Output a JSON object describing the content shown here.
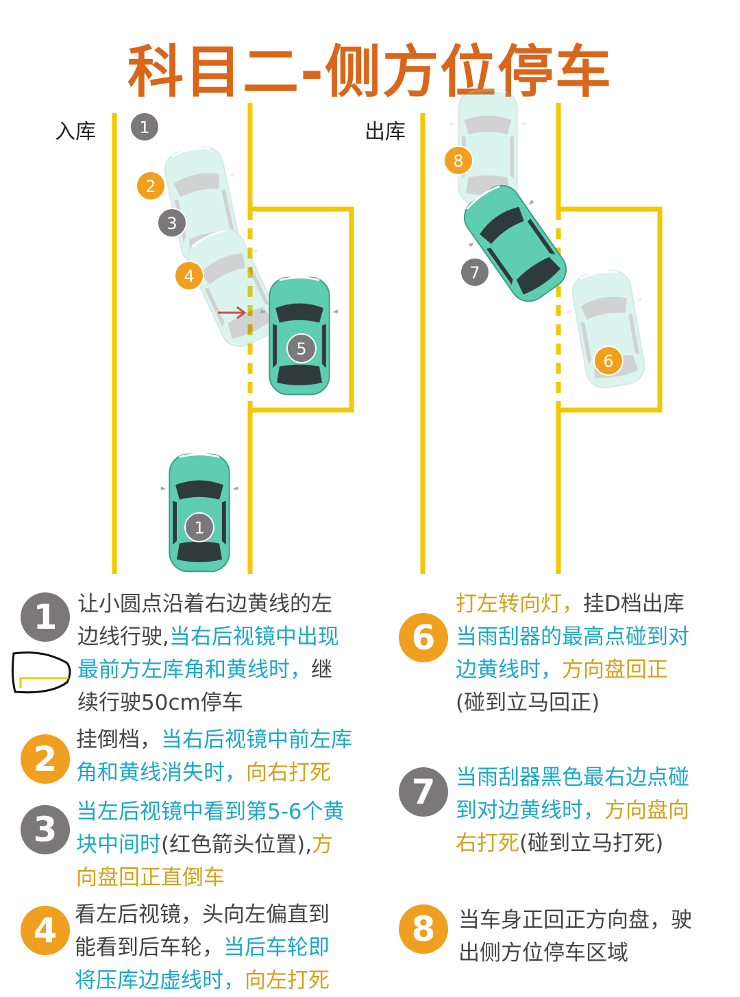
{
  "title": "科目二-侧方位停车",
  "diagram": {
    "left_label": "入库",
    "right_label": "出库",
    "markers": [
      {
        "n": "1",
        "kind": "gray"
      },
      {
        "n": "2",
        "kind": "orange"
      },
      {
        "n": "3",
        "kind": "gray"
      },
      {
        "n": "4",
        "kind": "orange"
      },
      {
        "n": "5",
        "kind": "gray"
      },
      {
        "n": "1",
        "kind": "gray"
      },
      {
        "n": "8",
        "kind": "orange"
      },
      {
        "n": "7",
        "kind": "gray"
      },
      {
        "n": "6",
        "kind": "orange"
      }
    ]
  },
  "colors": {
    "title": "#d9661a",
    "gray": "#7a7878",
    "orange": "#f0a01e",
    "car": "#5ecdb0",
    "line": "#f2c800",
    "cyan": "#1ba8c9",
    "gold": "#d3a21c"
  },
  "steps": [
    {
      "n": "1",
      "kind": "gray",
      "lines": [
        [
          {
            "t": "让小圆点沿着右边黄线的左",
            "c": "plain"
          }
        ],
        [
          {
            "t": "边线行驶,",
            "c": "plain"
          },
          {
            "t": "当右后视镜中出现",
            "c": "cyan"
          }
        ],
        [
          {
            "t": "最前方左库角和黄线时，",
            "c": "cyan"
          },
          {
            "t": "继",
            "c": "plain"
          }
        ],
        [
          {
            "t": "续行驶50cm停车",
            "c": "plain"
          }
        ]
      ]
    },
    {
      "n": "2",
      "kind": "orange",
      "lines": [
        [
          {
            "t": "挂倒档，",
            "c": "plain"
          },
          {
            "t": "当右后视镜中前左库",
            "c": "cyan"
          }
        ],
        [
          {
            "t": "角和黄线消失时，",
            "c": "cyan"
          },
          {
            "t": "向右打死",
            "c": "gold"
          }
        ]
      ]
    },
    {
      "n": "3",
      "kind": "gray",
      "lines": [
        [
          {
            "t": "当左后视镜中看到第5-6个黄",
            "c": "cyan"
          }
        ],
        [
          {
            "t": "块中间时",
            "c": "cyan"
          },
          {
            "t": "(红色箭头位置),",
            "c": "plain"
          },
          {
            "t": "方",
            "c": "gold"
          }
        ],
        [
          {
            "t": "向盘回正直倒车",
            "c": "gold"
          }
        ]
      ]
    },
    {
      "n": "4",
      "kind": "orange",
      "lines": [
        [
          {
            "t": "看左后视镜，头向左偏直到",
            "c": "plain"
          }
        ],
        [
          {
            "t": "能看到后车轮，",
            "c": "plain"
          },
          {
            "t": "当后车轮即",
            "c": "cyan"
          }
        ],
        [
          {
            "t": "将压库边虚线时，",
            "c": "cyan"
          },
          {
            "t": "向左打死",
            "c": "gold"
          }
        ]
      ]
    },
    {
      "n": "6",
      "kind": "orange",
      "lines": [
        [
          {
            "t": "打左转向灯，",
            "c": "gold"
          },
          {
            "t": "挂D档出库",
            "c": "plain"
          }
        ],
        [
          {
            "t": "当雨刮器的最高点碰到对",
            "c": "cyan"
          }
        ],
        [
          {
            "t": "边黄线时，",
            "c": "cyan"
          },
          {
            "t": "方向盘回正",
            "c": "gold"
          }
        ],
        [
          {
            "t": "(碰到立马回正)",
            "c": "plain"
          }
        ]
      ]
    },
    {
      "n": "7",
      "kind": "gray",
      "lines": [
        [
          {
            "t": "当雨刮器黑色最右边点碰",
            "c": "cyan"
          }
        ],
        [
          {
            "t": "到对边黄线时，",
            "c": "cyan"
          },
          {
            "t": "方向盘向",
            "c": "gold"
          }
        ],
        [
          {
            "t": "右打死",
            "c": "gold"
          },
          {
            "t": "(碰到立马打死)",
            "c": "plain"
          }
        ]
      ]
    },
    {
      "n": "8",
      "kind": "orange",
      "lines": [
        [
          {
            "t": "当车身正回正方向盘，驶",
            "c": "plain"
          }
        ],
        [
          {
            "t": "出侧方位停车区域",
            "c": "plain"
          }
        ]
      ]
    }
  ]
}
